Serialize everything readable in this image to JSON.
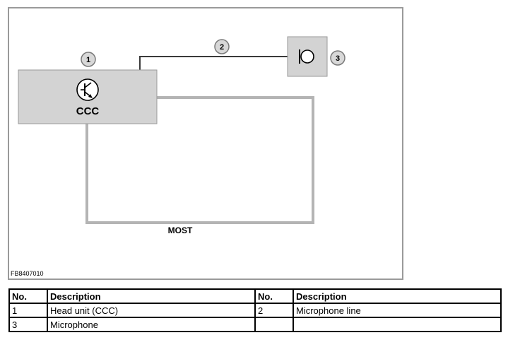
{
  "diagram": {
    "code": "FB8407010",
    "nodes": [
      {
        "id": "1",
        "label": "CCC"
      },
      {
        "id": "3",
        "label": ""
      }
    ],
    "callouts": [
      "1",
      "2",
      "3"
    ],
    "bus_label": "MOST"
  },
  "legend": {
    "headers": [
      "No.",
      "Description",
      "No.",
      "Description"
    ],
    "rows": [
      [
        "1",
        "Head unit (CCC)",
        "2",
        "Microphone line"
      ],
      [
        "3",
        "Microphone",
        "",
        ""
      ]
    ]
  }
}
